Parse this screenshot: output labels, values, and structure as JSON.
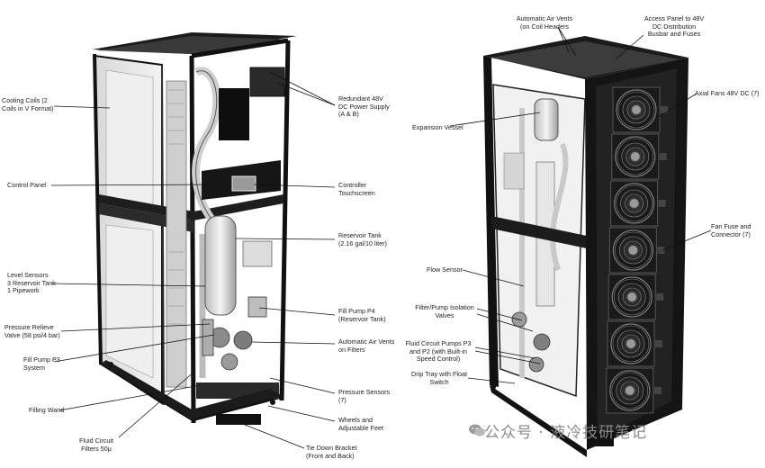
{
  "left_unit": {
    "labels": [
      {
        "id": "cooling-coils",
        "text": "Cooling Coils (2\nCoils in V Format)"
      },
      {
        "id": "control-panel",
        "text": "Control Panel"
      },
      {
        "id": "level-sensors",
        "text": "Level Sensors\n3 Reservoir Tank\n1 Pipework"
      },
      {
        "id": "pressure-relieve",
        "text": "Pressure Relieve\nValve (58 psi/4 bar)"
      },
      {
        "id": "fill-pump-p3",
        "text": "Fill Pump P3\nSystem"
      },
      {
        "id": "filling-wand",
        "text": "Filling Wand"
      },
      {
        "id": "fluid-circuit-filters",
        "text": "Fluid Circuit\nFilters 50μ"
      },
      {
        "id": "redundant-48v",
        "text": "Redundant 48V\nDC Power Supply\n(A & B)"
      },
      {
        "id": "controller-touchscreen",
        "text": "Controller\nTouchscreen"
      },
      {
        "id": "reservoir-tank",
        "text": "Reservoir Tank\n(2.16 gal/10 liter)"
      },
      {
        "id": "fill-pump-p4",
        "text": "Fill Pump P4\n(Reservoir Tank)"
      },
      {
        "id": "auto-air-vents-filters",
        "text": "Automatic Air Vents\non Filters"
      },
      {
        "id": "pressure-sensors",
        "text": "Pressure Sensors\n(7)"
      },
      {
        "id": "wheels-feet",
        "text": "Wheels and\nAdjustable Feet"
      },
      {
        "id": "tie-down",
        "text": "Tie Down Bracket\n(Front and Back)"
      }
    ]
  },
  "right_unit": {
    "labels": [
      {
        "id": "auto-air-vents-coil",
        "text": "Automatic Air Vents\n(on Coil Headers"
      },
      {
        "id": "access-panel",
        "text": "Access Panel to 48V\nDC Distribution\nBusbar and Fuses"
      },
      {
        "id": "axial-fans",
        "text": "Axial Fans 48V DC (7)"
      },
      {
        "id": "expansion-vessel",
        "text": "Expansion Vessel"
      },
      {
        "id": "fan-fuse",
        "text": "Fan Fuse and\nConnector (7)"
      },
      {
        "id": "flow-sensor",
        "text": "Flow Sensor"
      },
      {
        "id": "filter-pump-isolation",
        "text": "Filter/Pump Isolation\nValves"
      },
      {
        "id": "fluid-circuit-pumps",
        "text": "Fluid Circuit Pumps P3\nand P2 (with Built-in\nSpeed Control)"
      },
      {
        "id": "drip-tray",
        "text": "Drip Tray with Float\nSwitch"
      }
    ]
  },
  "watermark": {
    "text": "公众号 · 液冷技研笔记",
    "icon": "wechat-icon"
  },
  "colors": {
    "frame": "#111111",
    "panel": "#e6e6e6",
    "line": "#1a1a1a",
    "fan": "#2a2a2a"
  }
}
